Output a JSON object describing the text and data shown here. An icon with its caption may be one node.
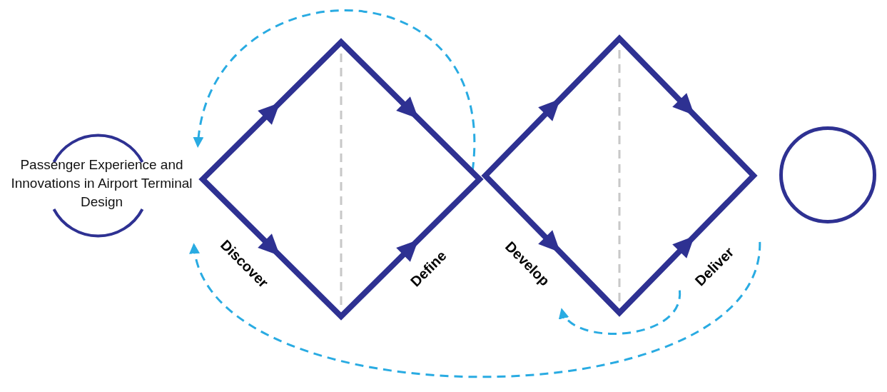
{
  "diagram": {
    "nodes": [
      {
        "text": [
          "Passenger Experience and Innovations in Airport Terminal Design"
        ]
      },
      {
        "text": [],
        "shape": "circle"
      },
      {
        "text": [
          "Discover",
          "Define"
        ]
      },
      {
        "text": [
          "Develop",
          "Deliver"
        ]
      }
    ],
    "edges": [
      {
        "from": 2,
        "to": 0,
        "arrow": "to",
        "style": "dashed"
      },
      {
        "from": 1,
        "to": 0,
        "arrow": "to",
        "style": "dashed"
      },
      {
        "from": 3,
        "to": 3,
        "arrow": "to",
        "style": "dashed"
      }
    ]
  }
}
